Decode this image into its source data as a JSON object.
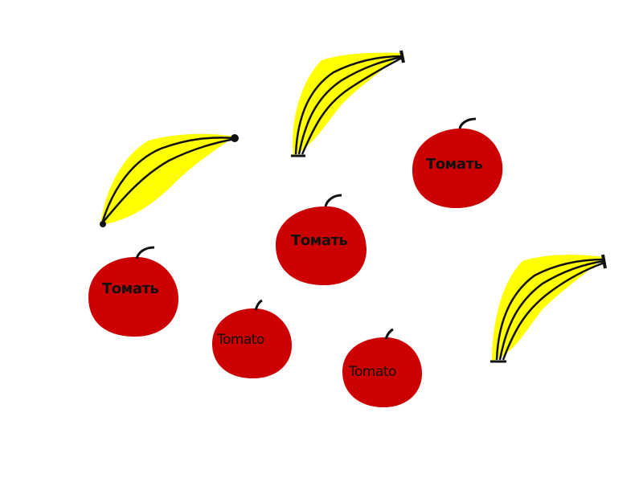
{
  "colors": {
    "background": "#ffffff",
    "tomato": "#cc0000",
    "banana": "#ffff00",
    "outline": "#111111"
  },
  "tomatoes": [
    {
      "label": "Томать"
    },
    {
      "label": "Томать"
    },
    {
      "label": "Томать"
    },
    {
      "label": "Tomato"
    },
    {
      "label": "Tomato"
    }
  ],
  "bananas": 3
}
